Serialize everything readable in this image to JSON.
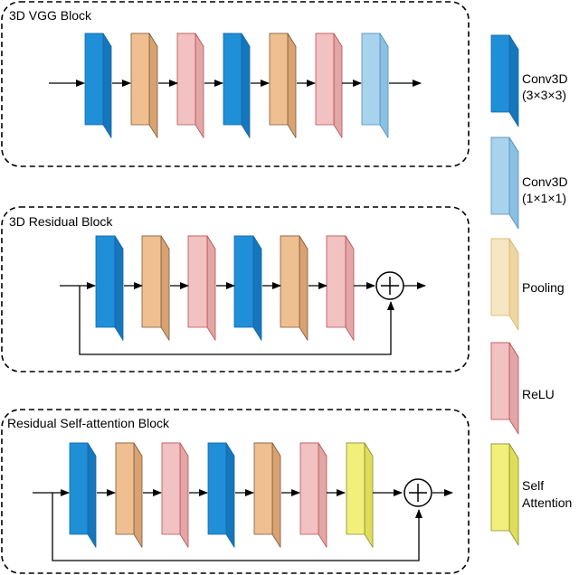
{
  "blocks": {
    "vgg": {
      "title": "3D VGG Block",
      "layers": [
        "conv3",
        "pool",
        "relu",
        "conv3",
        "pool",
        "relu",
        "conv1"
      ]
    },
    "residual": {
      "title": "3D Residual Block",
      "layers": [
        "conv3",
        "pool",
        "relu",
        "conv3",
        "pool",
        "relu"
      ]
    },
    "attention": {
      "title": "Residual Self-attention Block",
      "layers": [
        "conv3",
        "pool",
        "relu",
        "conv3",
        "pool",
        "relu",
        "attn"
      ]
    }
  },
  "legend": {
    "conv3": {
      "line1": "Conv3D",
      "line2": "(3×3×3)"
    },
    "conv1": {
      "line1": "Conv3D",
      "line2": "(1×1×1)"
    },
    "pool": {
      "line1": "Pooling"
    },
    "relu": {
      "line1": "ReLU"
    },
    "attn": {
      "line1": "Self",
      "line2": "Attention"
    }
  },
  "colors": {
    "conv3": {
      "front": "#1f8fd8",
      "side": "#1676bc",
      "top": "#5db5ea",
      "stroke": "#1466a8"
    },
    "conv1": {
      "front": "#a9d2ec",
      "side": "#8cc0e2",
      "top": "#c8e3f5",
      "stroke": "#4d8fbf"
    },
    "pool": {
      "front": "#f0bf91",
      "side": "#d9a272",
      "top": "#f7d8b9",
      "stroke": "#7a5a3a"
    },
    "relu": {
      "front": "#f2c1c1",
      "side": "#e2a6a6",
      "top": "#f8d9d9",
      "stroke": "#b85050"
    },
    "attn": {
      "front": "#f2f07a",
      "side": "#dede5a",
      "top": "#f8f6ad",
      "stroke": "#8a8a2e"
    },
    "legend_pool": {
      "front": "#f7e6c3",
      "side": "#ecd6a4",
      "top": "#fbf0d8",
      "stroke": "#d8b46a"
    }
  }
}
